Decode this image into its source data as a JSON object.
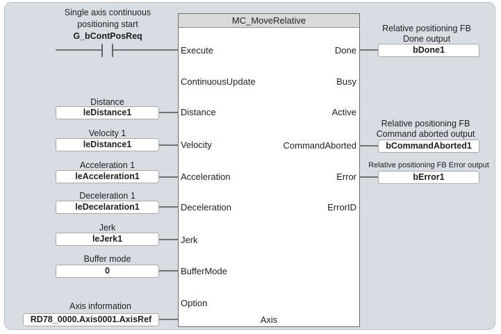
{
  "block": {
    "name": "MC_MoveRelative",
    "inputs": [
      "Execute",
      "ContinuousUpdate",
      "Distance",
      "Velocity",
      "Acceleration",
      "Deceleration",
      "Jerk",
      "BufferMode",
      "Option"
    ],
    "outputs": [
      "Done",
      "Busy",
      "Active",
      "CommandAborted",
      "Error",
      "ErrorID"
    ],
    "bottom_pin": "Axis"
  },
  "execute_contact": {
    "caption": [
      "Single axis continuous",
      "positioning start"
    ],
    "variable": "G_bContPosReq"
  },
  "input_variables": [
    {
      "label": "Distance",
      "value": "leDistance1"
    },
    {
      "label": "Velocity 1",
      "value": "leDistance1"
    },
    {
      "label": "Acceleration 1",
      "value": "leAcceleration1"
    },
    {
      "label": "Deceleration 1",
      "value": "leDecelaration1"
    },
    {
      "label": "Jerk",
      "value": "leJerk1"
    },
    {
      "label": "Buffer mode",
      "value": "0"
    },
    {
      "label": "Axis information",
      "value": "RD78_0000.Axis0001.AxisRef"
    }
  ],
  "output_variables": [
    {
      "label": [
        "Relative positioning FB",
        "Done output"
      ],
      "value": "bDone1"
    },
    {
      "label": [
        "Relative positioning FB",
        "Command aborted output"
      ],
      "value": "bCommandAborted1"
    },
    {
      "label": [
        "Relative positioning FB Error output"
      ],
      "value": "bError1"
    }
  ]
}
